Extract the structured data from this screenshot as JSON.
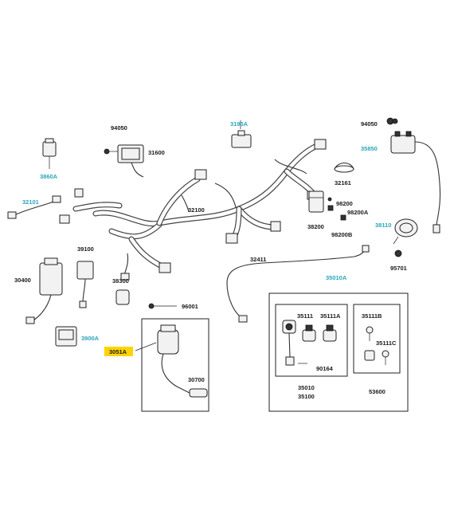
{
  "highlight_color": "#ffd400",
  "label_colors": {
    "plain": "#1b1b1b",
    "teal": "#2aa6b8"
  },
  "labels": {
    "p94050_left": "94050",
    "p31600": "31600",
    "p3860A": "3860A",
    "p3195A": "3195A",
    "p94050_right": "94050",
    "p35850": "35850",
    "p32161": "32161",
    "p32101": "32101",
    "p32100": "32100",
    "p98200": "98200",
    "p98200A": "98200A",
    "p38200": "38200",
    "p98200B": "98200B",
    "p38110": "38110",
    "p95701": "95701",
    "p39100": "39100",
    "p30400": "30400",
    "p38300": "38300",
    "p32411": "32411",
    "p35010A": "35010A",
    "p96001": "96001",
    "p3900A": "3900A",
    "p3051A": "3051A",
    "p30700": "30700",
    "p35111": "35111",
    "p35111A": "35111A",
    "p35111B": "35111B",
    "p35111C": "35111C",
    "p90164": "90164",
    "p35010": "35010",
    "p35100": "35100",
    "p53600": "53600"
  }
}
